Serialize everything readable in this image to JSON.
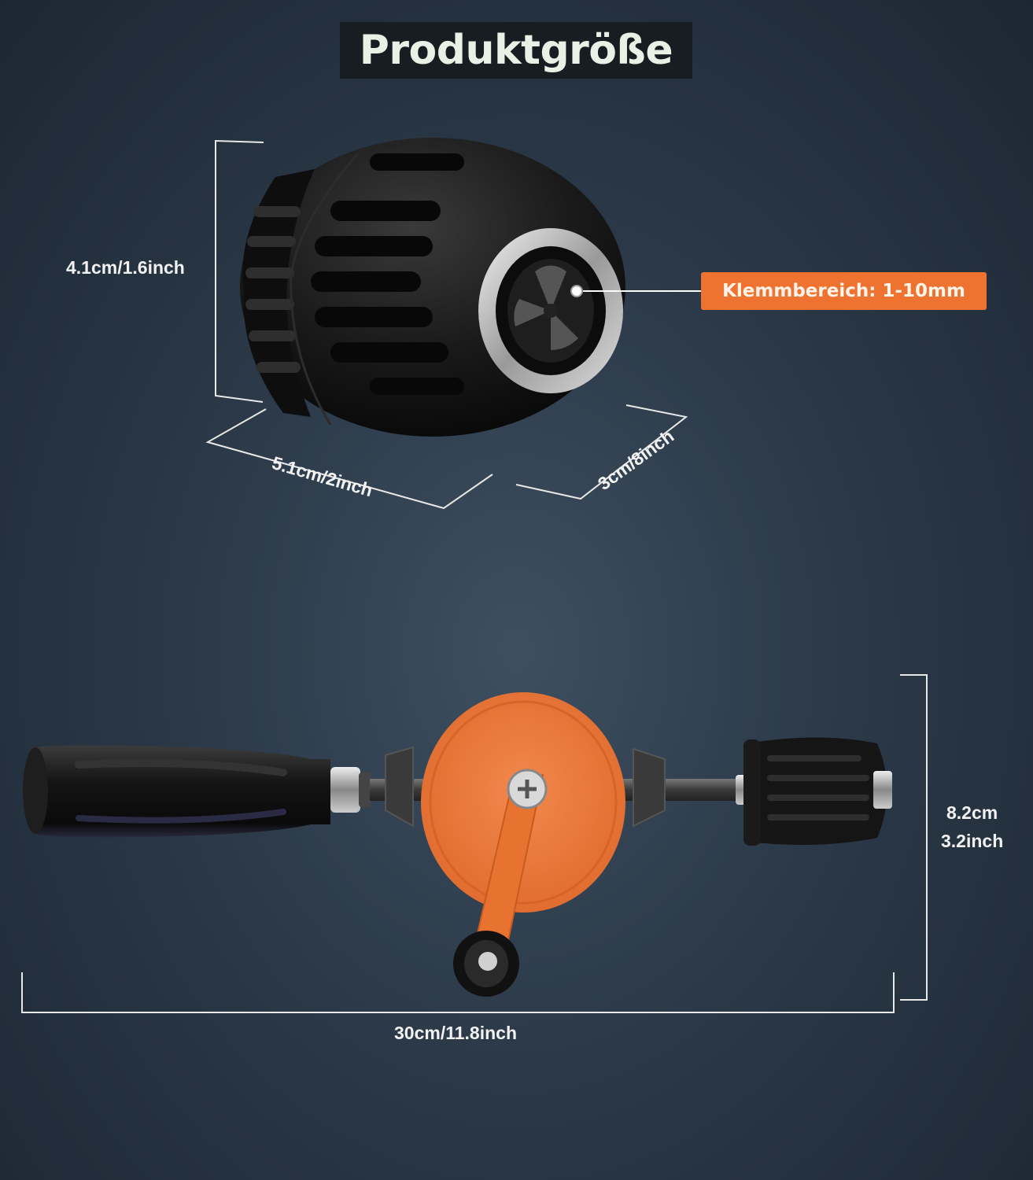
{
  "title": "Produktgröße",
  "chuck": {
    "height_label": "4.1cm/1.6inch",
    "width_label": "5.1cm/2inch",
    "depth_label": "3cm/8inch",
    "clamp_label": "Klemmbereich: 1-10mm"
  },
  "hand_drill": {
    "length_label": "30cm/11.8inch",
    "height_label_line1": "8.2cm",
    "height_label_line2": "3.2inch"
  },
  "colors": {
    "background": "#2b3948",
    "accent_orange": "#ee7230",
    "title_text": "#e9f1e6"
  }
}
